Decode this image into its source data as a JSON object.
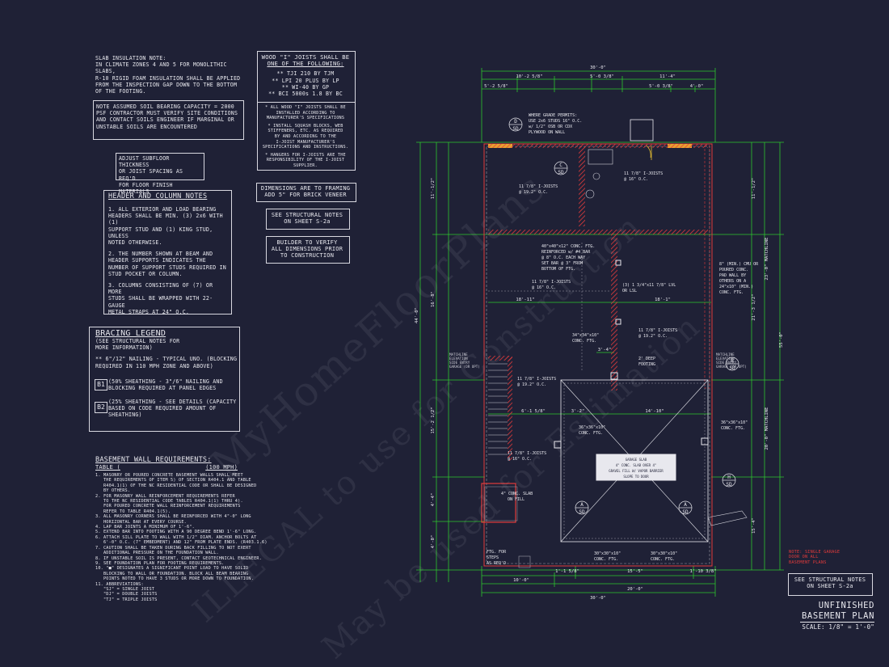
{
  "notes": {
    "slab_insulation": [
      "SLAB INSULATION NOTE:",
      "IN CLIMATE ZONES 4 AND 5 FOR MONOLITHIC SLABS,",
      "R-10 RIGID FOAM INSULATION SHALL BE APPLIED",
      "FROM THE INSPECTION GAP DOWN TO THE BOTTOM",
      "OF THE FOOTING."
    ],
    "soil_bearing": [
      "NOTE ASSUMED SOIL BEARING CAPACITY = 2000",
      "PSF CONTRACTOR MUST VERIFY SITE CONDITIONS",
      "AND CONTACT SOILS ENGINEER IF MARGINAL OR",
      "UNSTABLE SOILS ARE ENCOUNTERED"
    ],
    "subfloor": [
      "ADJUST SUBFLOOR THICKNESS",
      "OR JOIST SPACING AS REQ'D",
      "FOR FLOOR FINISH MATERIALS"
    ],
    "header_title": "HEADER AND COLUMN NOTES",
    "header_items": [
      [
        "1. ALL EXTERIOR AND LOAD BEARING",
        "HEADERS SHALL BE MIN. (3) 2x6 WITH (1)",
        "SUPPORT STUD AND (1) KING STUD, UNLESS",
        "NOTED OTHERWISE."
      ],
      [
        "2. THE NUMBER SHOWN AT BEAM AND",
        "HEADER SUPPORTS INDICATES THE",
        "NUMBER OF SUPPORT STUDS REQUIRED IN",
        "STUD POCKET OR COLUMN."
      ],
      [
        "3. COLUMNS CONSISTING OF (7) OR MORE",
        "STUDS SHALL BE WRAPPED WITH 22-GAUGE",
        "METAL STRAPS AT 24\" O.C."
      ]
    ],
    "bracing_title": "BRACING LEGEND",
    "bracing_sub": [
      "(SEE STRUCTURAL NOTES FOR",
      "MORE INFORMATION)"
    ],
    "bracing_nailing": [
      "** 6\"/12\" NAILING - TYPICAL UNO. (BLOCKING",
      "REQUIRED IN 110 MPH ZONE AND ABOVE)"
    ],
    "bracing_b1_tag": "B1",
    "bracing_b1": [
      "(50% SHEATHING - 3\"/6\" NAILING AND",
      "BLOCKING REQUIRED AT PANEL EDGES"
    ],
    "bracing_b2_tag": "B2",
    "bracing_b2": [
      "(25% SHEATHING - SEE DETAILS (CAPACITY",
      "BASED ON CODE REQUIRED AMOUNT OF",
      "SHEATHING)"
    ],
    "basement_title": "BASEMENT WALL REQUIREMENTS:",
    "basement_table": "TABLE (",
    "basement_mph": "(100 MPH)",
    "basement_items": [
      "1. MASONRY OR POURED CONCRETE BASEMENT WALLS SHALL MEET",
      "   THE REQUIREMENTS OF ITEM 5) OF SECTION R404.1 AND TABLE",
      "   R404.1(1) OF THE NC RESIDENTIAL CODE OR SHALL BE DESIGNED",
      "   BY OTHERS.",
      "2. FOR MASONRY WALL REINFORCEMENT REQUIREMENTS REFER",
      "   TO THE NC RESIDENTIAL CODE TABLES R404.1(1) THRU 4).",
      "   FOR POURED CONCRETE WALL REINFORCEMENT REQUIREMENTS",
      "   REFER TO TABLE R404.1(5).",
      "3. ALL MASONRY CORNERS SHALL BE REINFORCED WITH 4\"-0\" LONG",
      "   HORIZONTAL BAR AT EVERY COURSE.",
      "4. LAP BAR JOINTS A MINIMUM OF 1'-6\".",
      "5. EXTEND BAR INTO FOOTING WITH A 90 DEGREE BEND 1'-6\" LONG.",
      "6. ATTACH SILL PLATE TO WALL WITH 1/2\" DIAM. ANCHOR BOLTS AT",
      "   6'-0\" O.C. (7\" EMBEDMENT) AND 12\" FROM PLATE ENDS. (R403.1.6)",
      "7. CAUTION SHALL BE TAKEN DURING BACK FILLING TO NOT EXERT",
      "   ADDITIONAL PRESSURE ON THE FOUNDATION WALL.",
      "8. IF UNSTABLE SOIL IS PRESENT, CONTACT GEOTECHNICAL ENGINEER.",
      "9. SEE FOUNDATION PLAN FOR FOOTING REQUIREMENTS.",
      "10. \"■\" DESIGNATES A SIGNIFICANT POINT LOAD TO HAVE SOLID",
      "   BLOCKING TO WALL OR FOUNDATION. BLOCK ALL BEAM BEARING",
      "   POINTS NOTED TO HAVE 3 STUDS OR MORE DOWN TO FOUNDATION.",
      "11. ABBREVIATIONS:",
      "   \"SJ\" = SINGLE JOIST",
      "   \"DJ\" = DOUBLE JOISTS",
      "   \"TJ\" = TRIPLE JOISTS"
    ],
    "ijoist_title": [
      "WOOD \"I\" JOISTS SHALL BE",
      "ONE OF THE FOLLOWING:"
    ],
    "ijoist_options": [
      "** TJI 210 BY TJM",
      "** LPI 20 PLUS BY LP",
      "** WI-40 BY GP",
      "** BCI 5000s 1.8 BY BC"
    ],
    "ijoist_notes": [
      "* ALL WOOD \"I\" JOISTS SHALL BE",
      "INSTALLED ACCORDING TO",
      "MANUFACTURER'S SPECIFICATIONS",
      "* INSTALL SQUASH BLOCKS, WEB",
      "STIFFENERS, ETC. AS REQUIRED",
      "BY AND ACCORDING TO THE",
      "I-JOIST MANUFACTURER'S",
      "SPECIFICATIONS AND INSTRUCTIONS.",
      "* HANGERS FOR I-JOISTS ARE THE",
      "RESPONSIBILITY OF THE I-JOIST SUPPLIER."
    ],
    "framing_dims": [
      "DIMENSIONS ARE TO FRAMING",
      "ADD 5\" FOR BRICK VENEER"
    ],
    "structural_center": [
      "SEE STRUCTURAL NOTES",
      "ON SHEET S-2a"
    ],
    "builder_verify": [
      "BUILDER TO VERIFY",
      "ALL DIMENSIONS PRIOR",
      "TO CONSTRUCTION"
    ],
    "structural_right": [
      "SEE STRUCTURAL NOTES",
      "ON SHEET S-2a"
    ],
    "garage_note": [
      "NOTE: SINGLE GARAGE",
      "DOOR ON ALL",
      "BASEMENT PLANS"
    ]
  },
  "title_block": {
    "line1": "UNFINISHED",
    "line2": "BASEMENT PLAN",
    "scale": "SCALE: 1/8\" = 1'-0\""
  },
  "plan": {
    "dims_top": [
      "30'-0\"",
      "10'-2 5/8\"",
      "5'-0 3/8\"",
      "11'-4\"",
      "5'-2 5/8\"",
      "5'-0 3/8\"",
      "4'-0\""
    ],
    "dims_bottom": [
      "10'-0\"",
      "20'-0\"",
      "30'-0\"",
      "1'-1 5/8\"",
      "15'-5\"",
      "1'-10 3/8\""
    ],
    "dims_left": [
      "44'-0\"",
      "11'-1/2\"",
      "16'-8\"",
      "15'-2 1/2\"",
      "4'-4\"",
      "4'-0\""
    ],
    "dims_right": [
      "55'-0\"",
      "11'-1/2\"",
      "23'-0\" MATCHLINE",
      "21'-3 1/2\"",
      "20'-0\" MATCHLINE",
      "15'-4\""
    ],
    "interior_dims": [
      "18'-11\"",
      "18'-1\"",
      "3'-4\"",
      "6'-1 5/8\"",
      "3'-2\"",
      "14'-10\""
    ],
    "labels": {
      "grade_note": [
        "WHERE GRADE PERMITS:",
        "USE 2x6 STUDS 16\" O.C.",
        "w/ 1/2\" OSB OR CDX",
        "PLYWOOD ON WALL"
      ],
      "joist_1": [
        "11 7/8\" I-JOISTS",
        "@ 19.2\" O.C."
      ],
      "joist_2": [
        "11 7/8\" I-JOISTS",
        "@ 16\" O.C."
      ],
      "joist_3": [
        "11 7/8\" I-JOISTS",
        "@ 16\" O.C."
      ],
      "joist_4": [
        "11 7/8\" I-JOISTS",
        "@ 19.2\" O.C."
      ],
      "joist_5": [
        "11 7/8\" I-JOISTS",
        "@ 19.2\" O.C."
      ],
      "joist_6": [
        "11 7/8\" I-JOISTS",
        "@ 16\" O.C."
      ],
      "conc_ftg_40": [
        "40\"x40\"x12\" CONC. FTG.",
        "REINFORCED w/ #4 BAR",
        "@ 8\" O.C. EACH WAY",
        "SET BAR @ 3\" FROM",
        "BOTTOM OF FTG."
      ],
      "lvl": [
        "(3) 1 3/4\"x11 7/8\" LVL",
        "OR LSL"
      ],
      "conc_ftg_34": [
        "34\"x34\"x10\"",
        "CONC. FTG."
      ],
      "deep_footing": [
        "2' DEEP",
        "FOOTING"
      ],
      "right_wall": [
        "8\" (MIN.) CMU OR",
        "POURED CONC.",
        "PAD WALL BY",
        "OTHERS ON A",
        "24\"x10\" (MIN.)",
        "CONC. FTG."
      ],
      "matchline_left": [
        "MATCHLINE",
        "ELEVATION",
        "SIDE ENTRY",
        "GARAGE (OR OPT)"
      ],
      "matchline_right": [
        "MATCHLINE",
        "ELEVATION",
        "SIDE ENTRY",
        "GARAGE (OR OPT)"
      ],
      "ftg_36_left": [
        "36\"x36\"x10\"",
        "CONC. FTG."
      ],
      "ftg_36_right": [
        "36\"x36\"x10\"",
        "CONC. FTG."
      ],
      "ftg_30_a": [
        "30\"x30\"x10\"",
        "CONC. FTG."
      ],
      "ftg_30_b": [
        "30\"x30\"x10\"",
        "CONC. FTG."
      ],
      "slab": [
        "4\" CONC. SLAB",
        "ON FILL"
      ],
      "ftg_steps": [
        "FTG. FOR",
        "STEPS",
        "AS REQ'D"
      ],
      "garage_block": [
        "GARAGE SLAB",
        "4\" CONC. SLAB OVER 4\"",
        "GRAVEL FILL W/ VAPOR BARRIER",
        "SLOPE TO DOOR"
      ]
    },
    "section_markers": [
      {
        "letter": "D",
        "sheet": "SD"
      },
      {
        "letter": "C",
        "sheet": "SD"
      },
      {
        "letter": "B",
        "sheet": "SD"
      },
      {
        "letter": "A",
        "sheet": "SD"
      },
      {
        "letter": "A",
        "sheet": "SD"
      },
      {
        "letter": "H",
        "sheet": "SD"
      }
    ]
  },
  "watermark": [
    "MyHomeFloorPlans",
    "ILLEGAL to use for Construction",
    "May be used for Estimation"
  ],
  "colors": {
    "background": "#1f2136",
    "dimension": "#2ec72e",
    "wall": "#e23b3b",
    "text": "#e8e8ee",
    "note_red": "#e23b3b"
  }
}
